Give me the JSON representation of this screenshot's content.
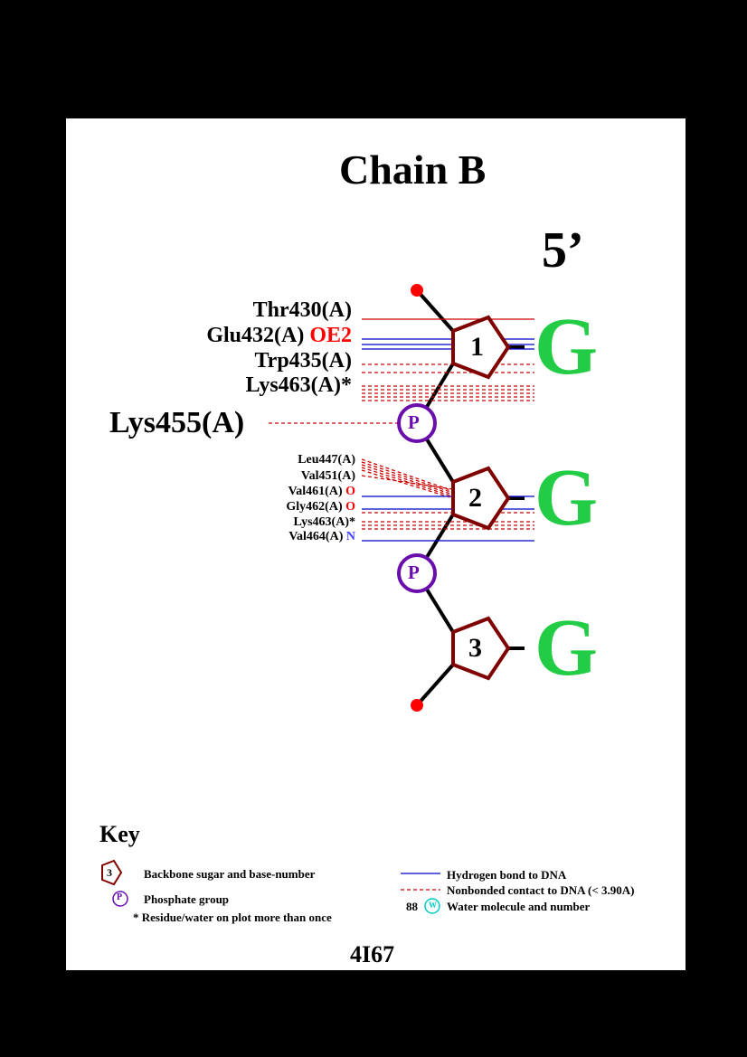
{
  "title": "Chain B",
  "strand_end": "5’",
  "pdb_code": "4I67",
  "nucleotides": [
    {
      "number": "1",
      "base": "G"
    },
    {
      "number": "2",
      "base": "G"
    },
    {
      "number": "3",
      "base": "G"
    }
  ],
  "phosphate_label": "P",
  "residues": {
    "thr430": {
      "name": "Thr430(A)",
      "atom": ""
    },
    "glu432": {
      "name": "Glu432(A)",
      "atom": "OE2"
    },
    "trp435": {
      "name": "Trp435(A)",
      "atom": ""
    },
    "lys463a": {
      "name": "Lys463(A)*",
      "atom": ""
    },
    "lys455": {
      "name": "Lys455(A)",
      "atom": ""
    },
    "leu447": {
      "name": "Leu447(A)",
      "atom": ""
    },
    "val451": {
      "name": "Val451(A)",
      "atom": ""
    },
    "val461": {
      "name": "Val461(A)",
      "atom": "O"
    },
    "gly462": {
      "name": "Gly462(A)",
      "atom": "O"
    },
    "lys463b": {
      "name": "Lys463(A)*",
      "atom": ""
    },
    "val464": {
      "name": "Val464(A)",
      "atom": "N"
    }
  },
  "key": {
    "title": "Key",
    "sugar_sample": "3",
    "sugar": "Backbone sugar and base-number",
    "phosphate_sample": "P",
    "phosphate": "Phosphate group",
    "repeat": "* Residue/water on plot more than once",
    "hbond": "Hydrogen bond to DNA",
    "nonbonded": "Nonbonded contact to DNA (< 3.90A)",
    "water_number": "88",
    "water_symbol": "W",
    "water": "Water molecule and number"
  },
  "colors": {
    "sugar": "#800000",
    "phosphate": "#6a0dad",
    "base": "#22cc44",
    "hbond": "#0000cc",
    "nonbonded": "#cc0000",
    "terminal": "#ff0000",
    "water": "#00cccc"
  }
}
